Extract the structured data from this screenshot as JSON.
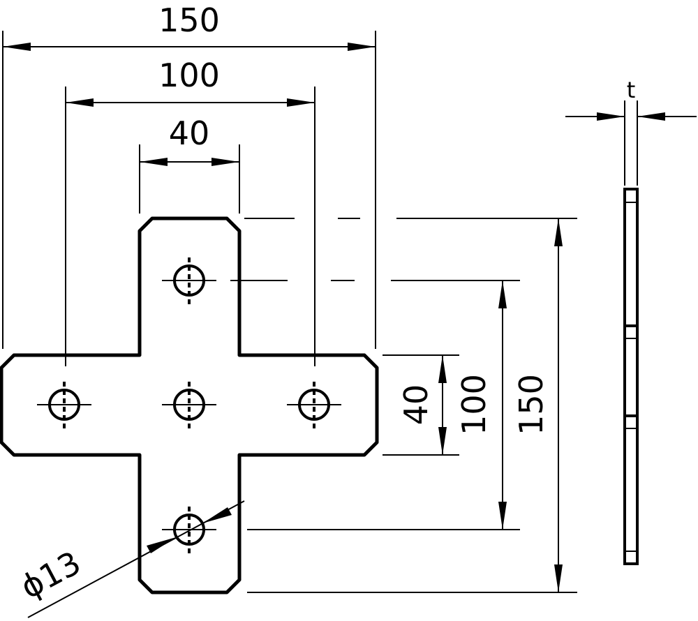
{
  "dimensions": {
    "overall_width": "150",
    "hole_spacing_width": "100",
    "center_width": "40",
    "center_height": "40",
    "hole_spacing_height": "100",
    "overall_height": "150",
    "hole_diameter": "ϕ13",
    "thickness": "t"
  }
}
